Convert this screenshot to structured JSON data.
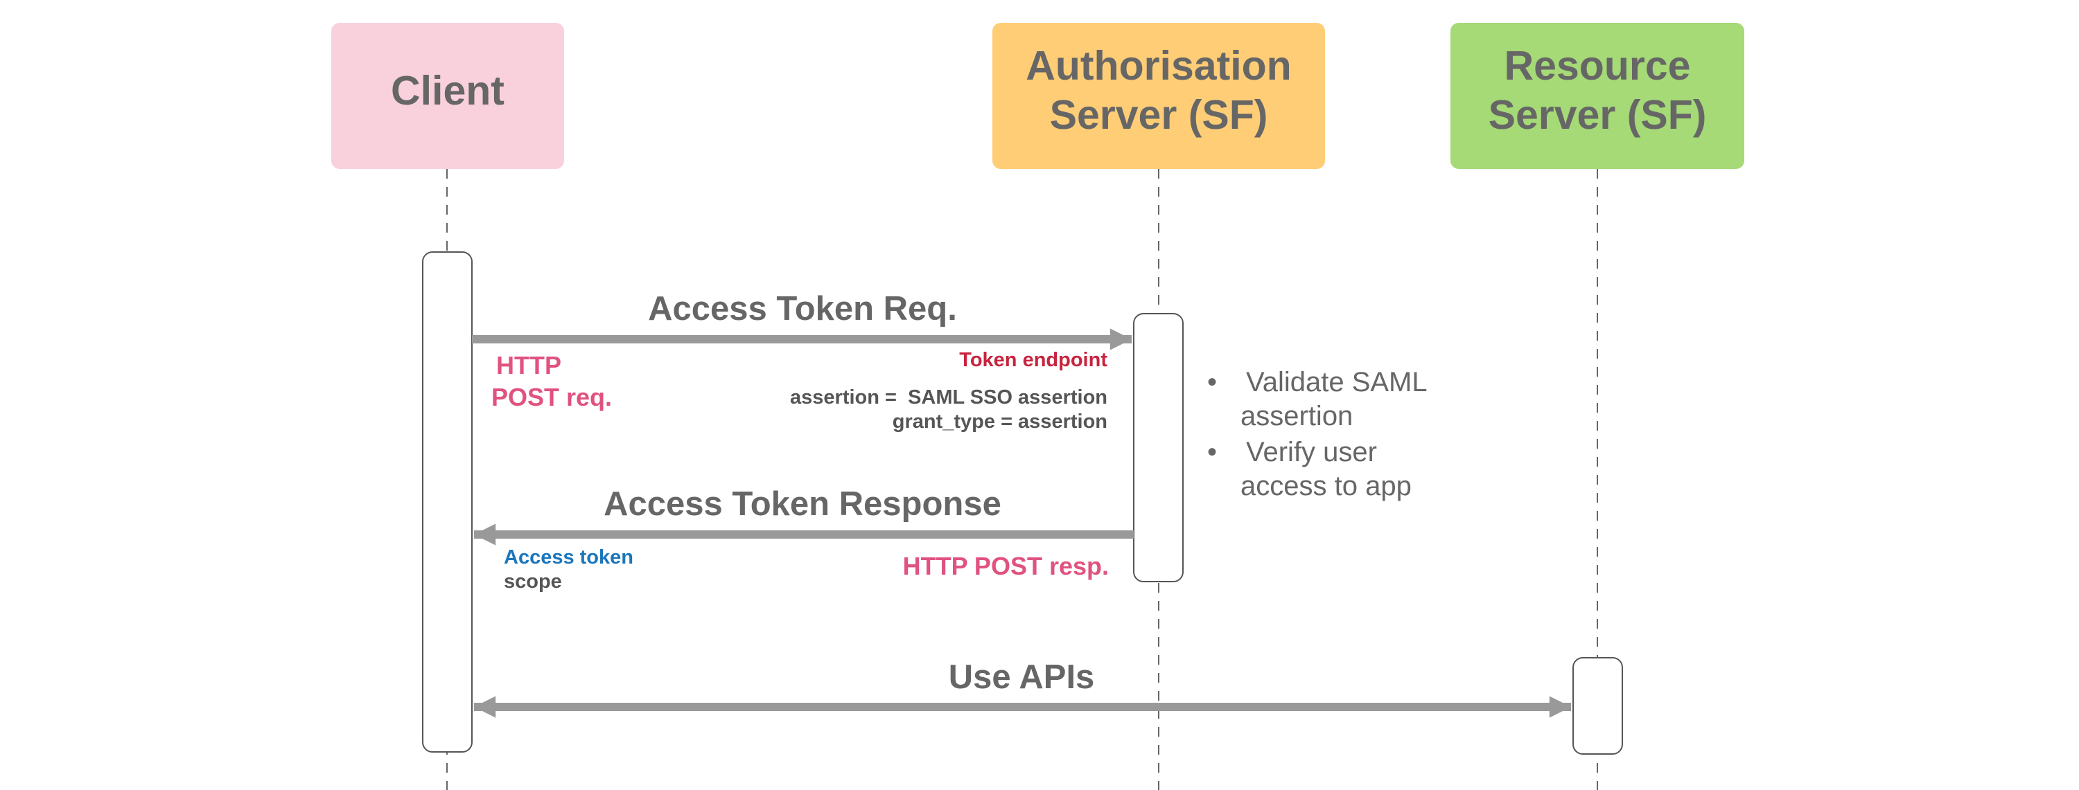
{
  "colors": {
    "client_fill": "#f9d1dd",
    "auth_fill": "#fecd76",
    "resource_fill": "#a5da76",
    "actor_text": "#666666",
    "arrow": "#999999",
    "lifeline": "#666666",
    "token_endpoint": "#c8233e",
    "http_pink": "#e0527f",
    "access_token_blue": "#1b76bb",
    "dark_text": "#555555"
  },
  "actors": {
    "client": {
      "label": "Client"
    },
    "auth": {
      "line1": "Authorisation",
      "line2": "Server (SF)"
    },
    "resource": {
      "line1": "Resource",
      "line2": "Server (SF)"
    }
  },
  "messages": {
    "request": {
      "label": "Access Token Req.",
      "http_line1": "HTTP",
      "http_line2": "POST req.",
      "endpoint": "Token endpoint",
      "param1": "assertion =  SAML SSO assertion",
      "param2": "grant_type = assertion"
    },
    "response": {
      "label": "Access Token Response",
      "access_token": "Access token",
      "scope": "scope",
      "http": "HTTP POST resp."
    },
    "apis": {
      "label": "Use APIs"
    }
  },
  "notes": {
    "bullet_icon": "•",
    "bullet1_line1": "Validate SAML",
    "bullet1_line2": "assertion",
    "bullet2_line1": "Verify user",
    "bullet2_line2": "access to app"
  }
}
